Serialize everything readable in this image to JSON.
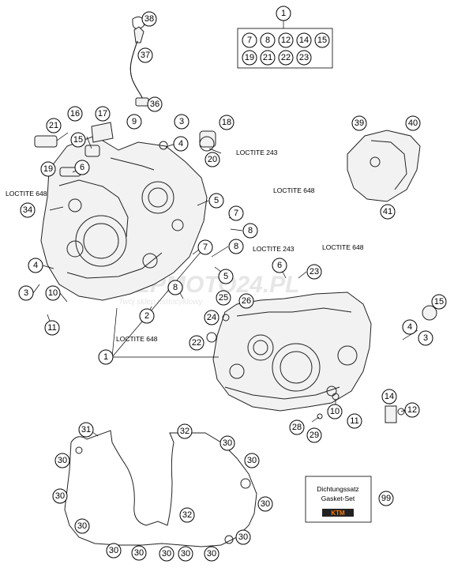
{
  "diagram": {
    "labels": {
      "loctite_243_a": "LOCTITE 243",
      "loctite_648_a": "LOCTITE 648",
      "loctite_648_b": "LOCTITE 648",
      "loctite_243_b": "LOCTITE 243",
      "loctite_648_c": "LOCTITE 648",
      "loctite_648_d": "LOCTITE 648"
    },
    "gasket_box": {
      "line1": "Dichtungssatz",
      "line2": "Gasket-Set"
    },
    "watermark": {
      "text": "SKLEPMOTO24.PL",
      "sub": "Twój sklep motocyklowy"
    },
    "callouts": {
      "c1_top": "1",
      "set": [
        "7",
        "8",
        "12",
        "14",
        "15",
        "19",
        "21",
        "22",
        "23"
      ],
      "c38": "38",
      "c37": "37",
      "c36": "36",
      "c16": "16",
      "c17": "17",
      "c9": "9",
      "c3_a": "3",
      "c18": "18",
      "c21": "21",
      "c15_a": "15",
      "c4_a": "4",
      "c20": "20",
      "c19": "19",
      "c6_a": "6",
      "c34": "34",
      "c5_a": "5",
      "c7_a": "7",
      "c8_a": "8",
      "c39": "39",
      "c40": "40",
      "c41": "41",
      "c4_b": "4",
      "c3_b": "3",
      "c10_a": "10",
      "c11_a": "11",
      "c7_b": "7",
      "c8_b": "8",
      "c5_b": "5",
      "c8_c": "8",
      "c2": "2",
      "c6_b": "6",
      "c23": "23",
      "c25": "25",
      "c26": "26",
      "c24": "24",
      "c22": "22",
      "c15_b": "15",
      "c4_c": "4",
      "c3_c": "3",
      "c1_main": "1",
      "c14": "14",
      "c12": "12",
      "c10_b": "10",
      "c11_b": "11",
      "c28": "28",
      "c29": "29",
      "c31": "31",
      "c32_a": "32",
      "c30_1": "30",
      "c30_2": "30",
      "c30_3": "30",
      "c30_4": "30",
      "c30_5": "30",
      "c30_6": "30",
      "c30_7": "30",
      "c30_8": "30",
      "c30_9": "30",
      "c30_10": "30",
      "c30_11": "30",
      "c30_12": "30",
      "c32_b": "32",
      "c99": "99"
    }
  }
}
